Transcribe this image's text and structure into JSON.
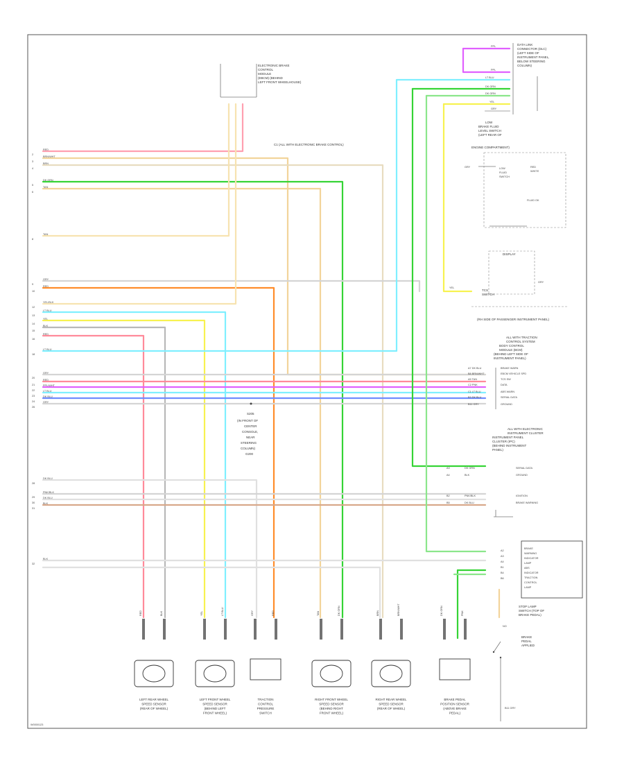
{
  "top_module": {
    "lines": [
      "ELECTRONIC BRAKE",
      "CONTROL",
      "MODULE",
      "(EBCM) (BEHIND",
      "LEFT FRONT WHEELHOUSE)"
    ]
  },
  "top_center_note": "C1 (ALL WITH ELECTRONIC BRAKE CONTROL)",
  "left_wire_labels": [
    {
      "pin": "2",
      "color": "RED"
    },
    {
      "pin": "3",
      "color": "BRN/WHT"
    },
    {
      "pin": "4",
      "color": "BRN"
    },
    {
      "pin": "5",
      "color": "DK GRN"
    },
    {
      "pin": "6",
      "color": "TAN"
    },
    {
      "pin": "8",
      "color": "TAN"
    },
    {
      "pin": "9",
      "color": "GRY"
    },
    {
      "pin": "10",
      "color": "RED"
    },
    {
      "pin": "12",
      "color": "YEL/BLK"
    },
    {
      "pin": "13",
      "color": "LT BLU"
    },
    {
      "pin": "14",
      "color": "YEL"
    },
    {
      "pin": "15",
      "color": "BLK"
    },
    {
      "pin": "16",
      "color": "RED"
    },
    {
      "pin": "18",
      "color": "LT BLU"
    },
    {
      "pin": "20",
      "color": "GRY"
    },
    {
      "pin": "21",
      "color": "RED"
    },
    {
      "pin": "22",
      "color": "PPL/WHT"
    },
    {
      "pin": "23",
      "color": "LT BLU"
    },
    {
      "pin": "24",
      "color": "DK BLU"
    },
    {
      "pin": "26",
      "color": "GRY"
    },
    {
      "pin": "28",
      "color": "DK BLU"
    },
    {
      "pin": "29",
      "color": "PNK/BLK"
    },
    {
      "pin": "30",
      "color": "DK BLU"
    },
    {
      "pin": "31",
      "color": "BLK"
    },
    {
      "pin": "32",
      "color": "BLK"
    }
  ],
  "right_top_block": {
    "lines": [
      "DATA LINK",
      "CONNECTOR (DLC)",
      "(LEFT SIDE OF",
      "INSTRUMENT PANEL,",
      "BELOW STEERING",
      "COLUMN)"
    ],
    "wires": [
      "PPL",
      "PPL",
      "LT BLU",
      "DK GRN",
      "DK GRN",
      "YEL",
      "GRY"
    ]
  },
  "brake_fluid_block": {
    "lines": [
      "LOW",
      "BRAKE FLUID",
      "LEVEL SWITCH",
      "(LEFT REAR OF",
      "ENGINE COMPARTMENT)"
    ],
    "inner": [
      "GRY",
      "LOW",
      "FLUID",
      "SWITCH",
      "RED",
      "WHITE",
      "FLUID OK"
    ],
    "wire": "GRY"
  },
  "traction_block": {
    "title": "DISPLAY",
    "lines": [
      "TCS",
      "SWITCH"
    ],
    "wires": [
      "YEL",
      "GRY"
    ]
  },
  "mid_note": "(RH SIDE OF PASSENGER INSTRUMENT PANEL)",
  "right_mid_block": {
    "lines": [
      "ALL WITH TRACTION",
      "CONTROL SYSTEM",
      "BODY CONTROL",
      "MODULE (BCM)",
      "(BEHIND LEFT SIDE OF",
      "INSTRUMENT PANEL)"
    ],
    "pins": [
      "A7 DK BLU",
      "B8 BRN/WHT",
      "A5 TAN",
      "C2 PNK",
      "C1 LT BLU",
      "B3 DK BLU",
      "B11 GRY"
    ],
    "signals": [
      "BRAKE WARN",
      "EBCM VEHICLE SPD",
      "TCS SW",
      "DATA",
      "ABS WARN",
      "SERIAL DATA",
      "GROUND"
    ]
  },
  "instrument_block": {
    "lines": [
      "ALL WITH ELECTRONIC",
      "INSTRUMENT CLUSTER",
      "INSTRUMENT PANEL",
      "CLUSTER (IPC)",
      "(BEHIND INSTRUMENT",
      "PANEL)"
    ],
    "rows": [
      {
        "pin": "A3",
        "color": "DK GRN",
        "signal": "SERIAL DATA"
      },
      {
        "pin": "A4",
        "color": "BLK",
        "signal": "GROUND"
      },
      {
        "pin": "B2",
        "color": "PNK/BLK",
        "signal": "IGNITION"
      },
      {
        "pin": "B5",
        "color": "DK BLU",
        "signal": "BRAKE WARNING"
      }
    ]
  },
  "center_block": {
    "lines": [
      "S205",
      "(IN FRONT OF",
      "CENTER",
      "CONSOLE,",
      "NEAR",
      "STEERING",
      "COLUMN)",
      "G200"
    ]
  },
  "bottom_right_block": {
    "lines": [
      "BRAKE",
      "WARNING",
      "INDICATOR",
      "LAMP",
      "ABS",
      "INDICATOR",
      "TRACTION",
      "CONTROL",
      "LAMP"
    ],
    "pins": [
      "A2",
      "A3",
      "A4",
      "B1",
      "B4",
      "B6"
    ],
    "footer": [
      "STOP LAMP",
      "SWITCH (TOP OF",
      "BRAKE PEDAL)",
      "NO",
      "BRAKE",
      "PEDAL",
      "APPLIED"
    ]
  },
  "sensors": [
    {
      "label": [
        "LEFT REAR WHEEL",
        "SPEED SENSOR",
        "(REAR OF WHEEL)"
      ],
      "wires": [
        "RED",
        "BLK"
      ]
    },
    {
      "label": [
        "LEFT FRONT WHEEL",
        "SPEED SENSOR",
        "(BEHIND LEFT",
        "FRONT WHEEL)"
      ],
      "wires": [
        "YEL",
        "LT BLU"
      ]
    },
    {
      "label": [
        "TRACTION",
        "CONTROL",
        "PRESSURE",
        "SWITCH"
      ],
      "wires": [
        "GRY",
        "RED"
      ]
    },
    {
      "label": [
        "RIGHT FRONT WHEEL",
        "SPEED SENSOR",
        "(BEHIND RIGHT",
        "FRONT WHEEL)"
      ],
      "wires": [
        "TAN",
        "DK GRN"
      ]
    },
    {
      "label": [
        "RIGHT REAR WHEEL",
        "SPEED SENSOR",
        "(REAR OF WHEEL)"
      ],
      "wires": [
        "BRN",
        "BRN/WHT"
      ]
    },
    {
      "label": [
        "BRAKE PEDAL",
        "POSITION SENSOR",
        "(ABOVE BRAKE",
        "PEDAL)"
      ],
      "wires": [
        "DK GRN",
        "PNK"
      ]
    }
  ],
  "footer_code": "W0000123",
  "colors": {
    "red": "#ff8a9a",
    "pink": "#ff9fb0",
    "tan": "#f2d49a",
    "dkgreen": "#35d435",
    "ltgreen": "#8be68b",
    "yellow": "#f7f250",
    "ltblue": "#7fefff",
    "dkblue": "#6f8cff",
    "orange": "#ff8c2a",
    "purple": "#e060ff",
    "gray": "#c8c8c8",
    "brown": "#d8c090"
  }
}
